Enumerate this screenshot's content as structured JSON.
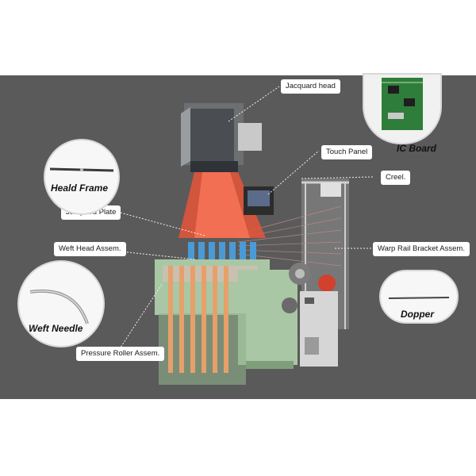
{
  "callouts": {
    "jacquard_head": "Jacquard head",
    "touch_panel": "Touch Panel",
    "creel": "Creel.",
    "jacquard_plate": "Jacquard Plate",
    "weft_head_assem": "Weft Head Assem.",
    "warp_rail_bracket_assem": "Warp Rail Bracket Assem.",
    "pressure_roller_assem": "Pressure Roller Assem."
  },
  "insets": {
    "heald_frame": "Heald Frame",
    "ic_board": "IC Board",
    "weft_needle": "Weft Needle",
    "dopper": "Dopper"
  },
  "colors": {
    "panel_bg": "#5a5a5a",
    "machine_green": "#a9c7a4",
    "yarn_red": "#e8553a",
    "bobbin_blue": "#4a9ad8"
  }
}
